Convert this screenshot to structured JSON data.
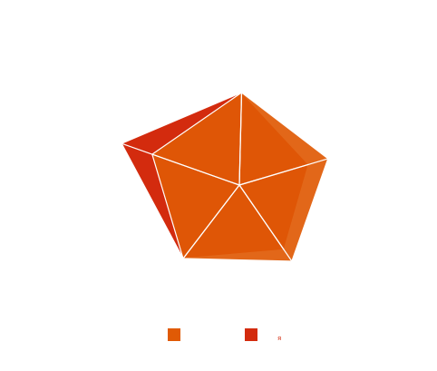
{
  "chart_data": {
    "type": "radar",
    "axes_count": 5,
    "rmax": 1,
    "series": [
      {
        "values": [
          1.0,
          1.0,
          1.0,
          1.0,
          1.0
        ],
        "color": "#e05a05"
      },
      {
        "values": [
          1.0,
          0.78,
          0.85,
          1.0,
          1.35
        ],
        "color": "#d32b0e"
      }
    ],
    "legend": {
      "placement": "bottom",
      "items": [
        {
          "label": "",
          "color": "#e05a05"
        },
        {
          "label": "я",
          "color": "#d32b0e"
        }
      ]
    },
    "grid": "spokes"
  }
}
